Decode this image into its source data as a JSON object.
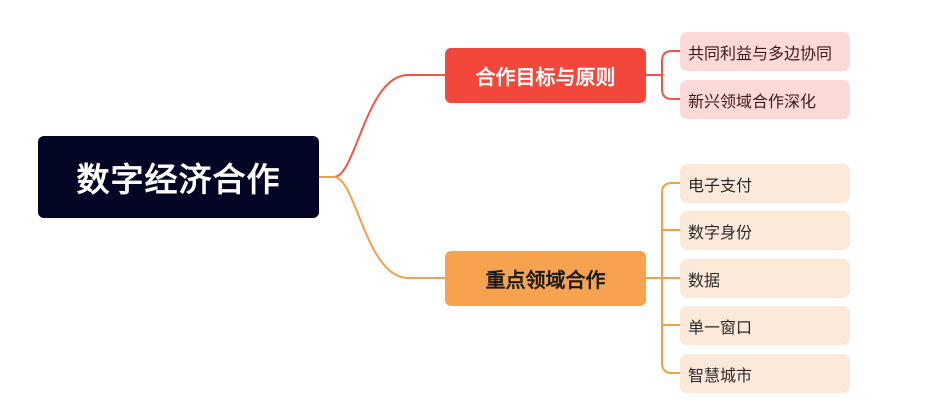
{
  "colors": {
    "root_bg": "#020524",
    "root_text": "#ffffff",
    "branch1_bg": "#f4473b",
    "branch1_text": "#ffffff",
    "branch1_line": "#ef5648",
    "leaf1_bg": "#fdd9d8",
    "leaf1_text": "#3a1a1a",
    "branch2_bg": "#f6a24e",
    "branch2_text": "#1a1a1a",
    "branch2_line": "#f2a04c",
    "leaf2_bg": "#fde9da",
    "leaf2_text": "#2a2a2a"
  },
  "root": {
    "label": "数字经济合作"
  },
  "branches": [
    {
      "label": "合作目标与原则",
      "children": [
        "共同利益与多边协同",
        "新兴领域合作深化"
      ]
    },
    {
      "label": "重点领域合作",
      "children": [
        "电子支付",
        "数字身份",
        "数据",
        "单一窗口",
        "智慧城市"
      ]
    }
  ]
}
